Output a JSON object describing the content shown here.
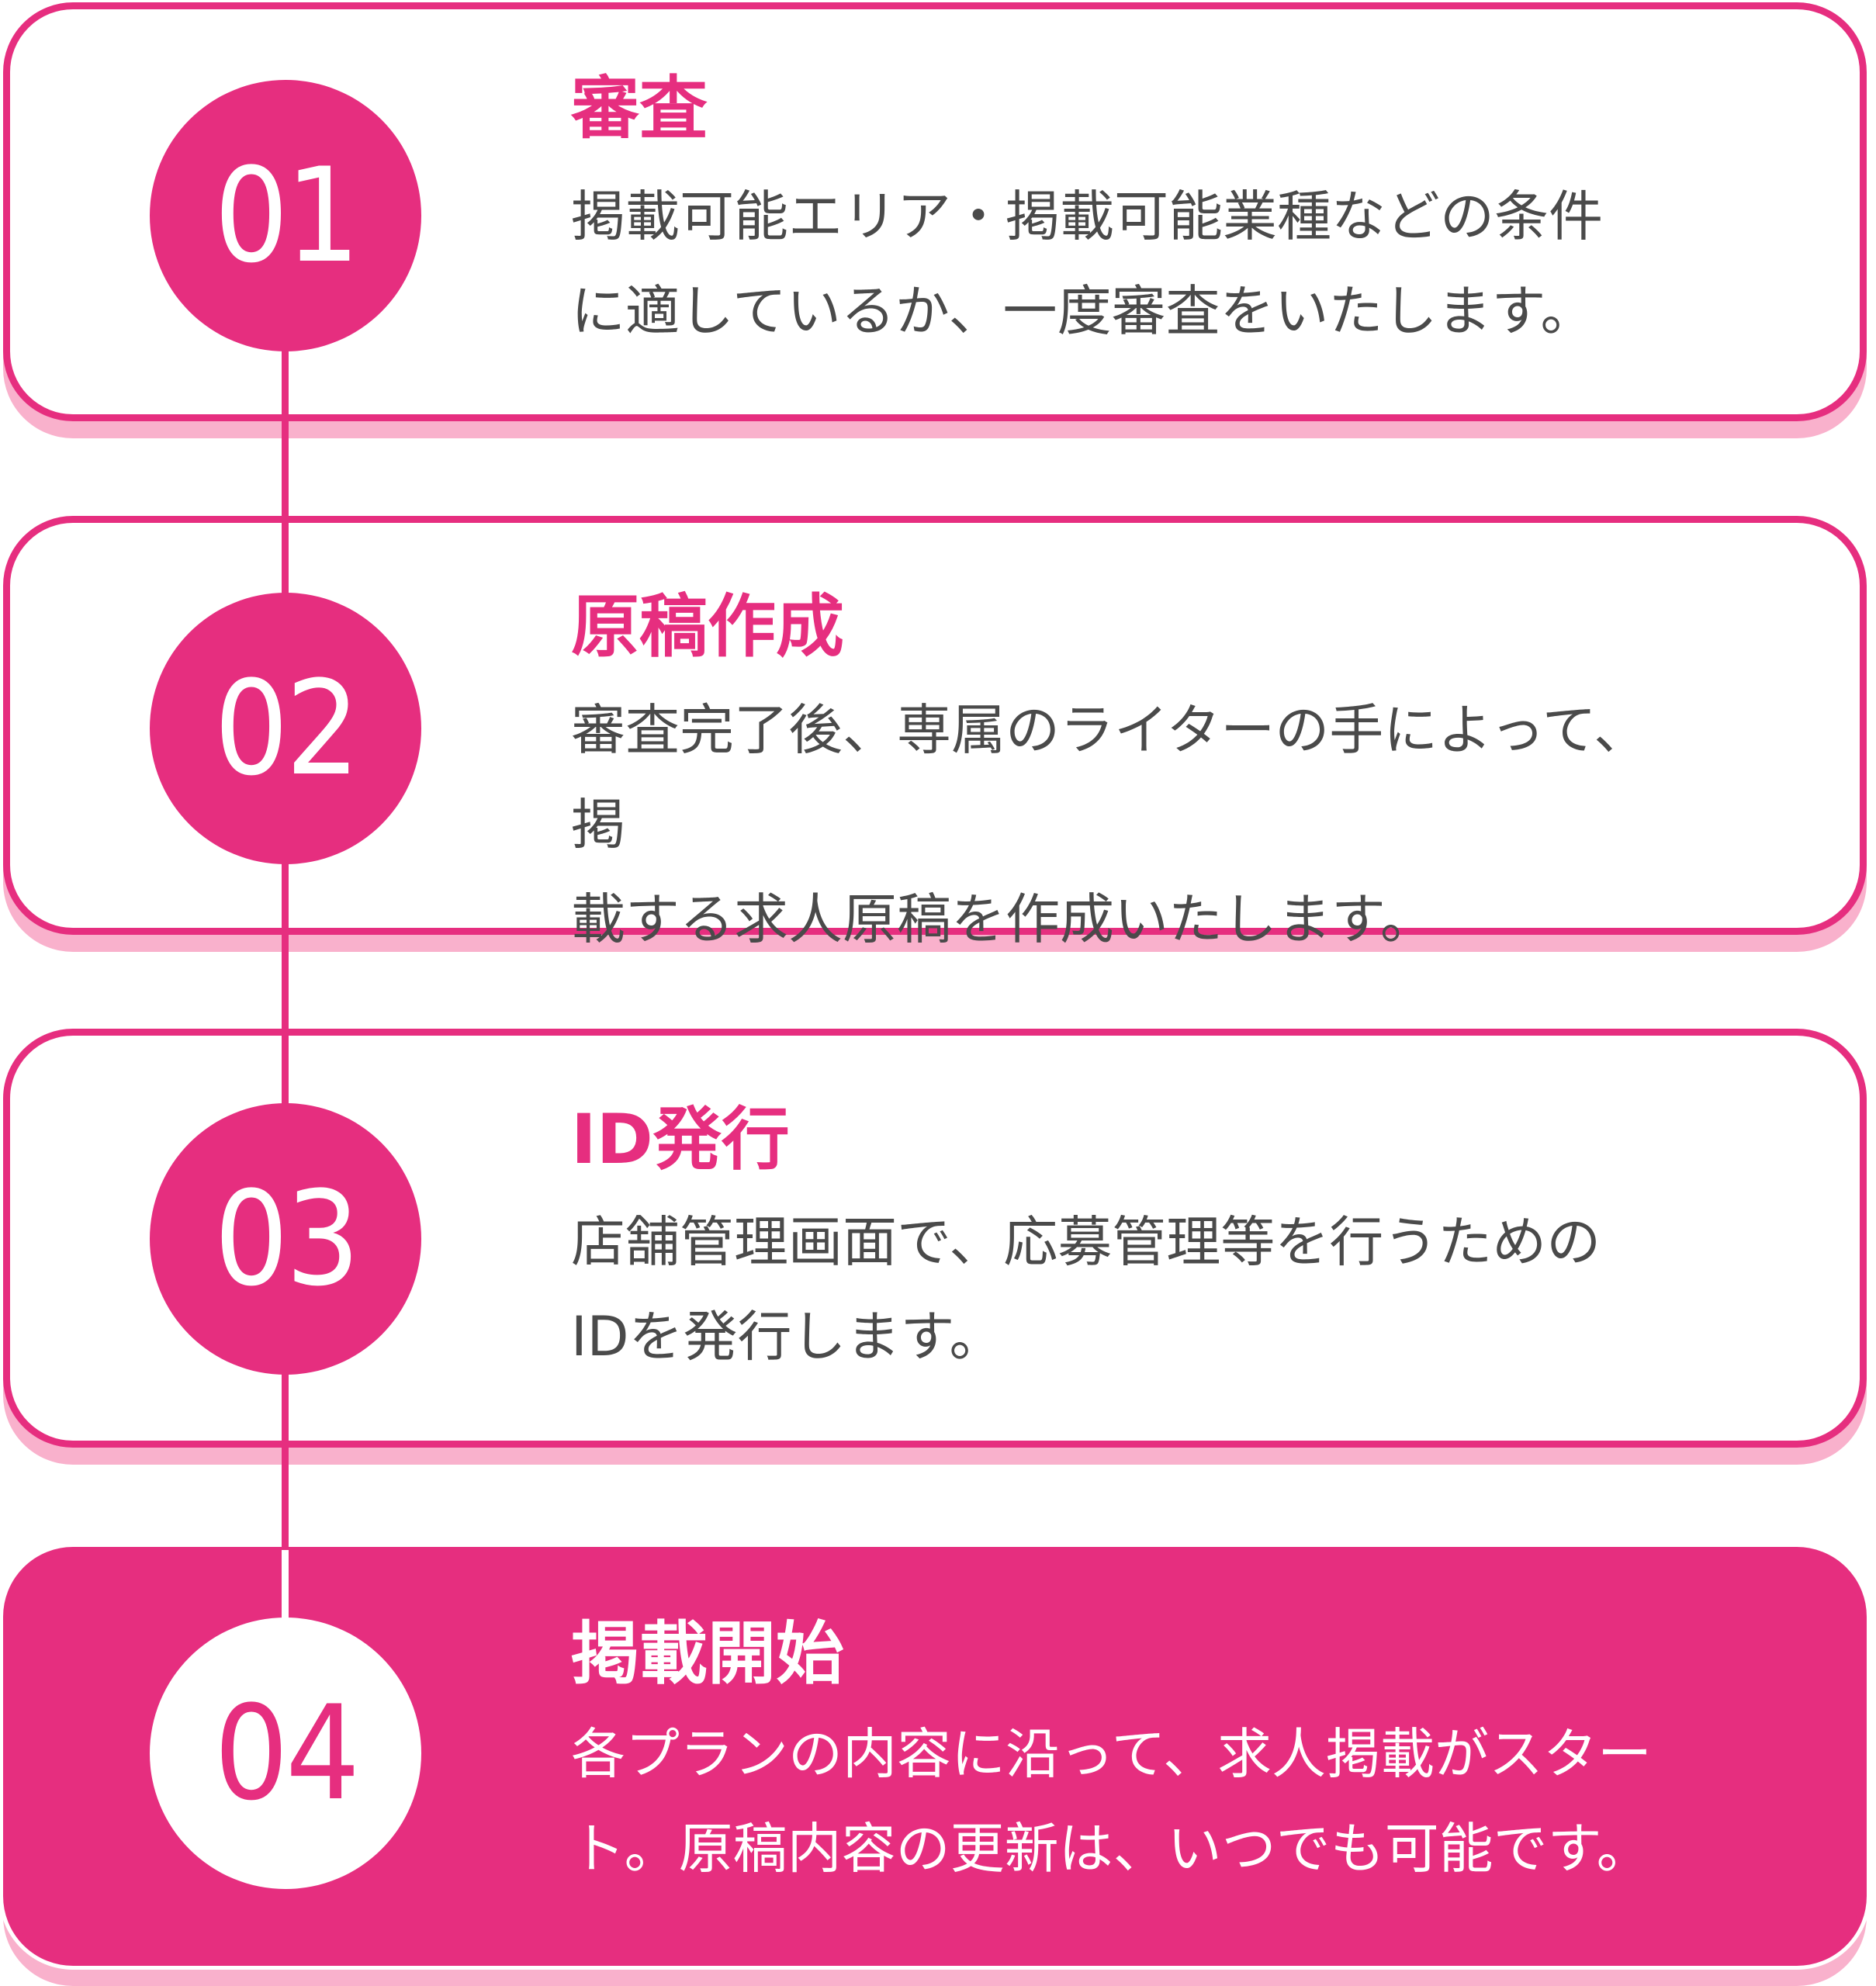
{
  "colors": {
    "accent": "#E62E7F",
    "shadow": "#F9B1CC",
    "text": "#4A4A4A"
  },
  "steps": [
    {
      "number": "01",
      "title": "審査",
      "line1": "掲載可能エリア・掲載可能業種などの条件",
      "line2": "に適しているか、一度審査をいたします。"
    },
    {
      "number": "02",
      "title": "原稿作成",
      "line1": "審査完了後、専属のライターの手によって、掲",
      "line2": "載する求人原稿を作成いたします。"
    },
    {
      "number": "03",
      "title": "ID発行",
      "line1": "店舗管理画面で、応募管理等を行うための",
      "line2": "IDを発行します。"
    },
    {
      "number": "04",
      "title": "掲載開始",
      "line1": "各プランの内容に沿って、求人掲載がスター",
      "line2": "ト。原稿内容の更新は、いつでも可能です。"
    }
  ]
}
